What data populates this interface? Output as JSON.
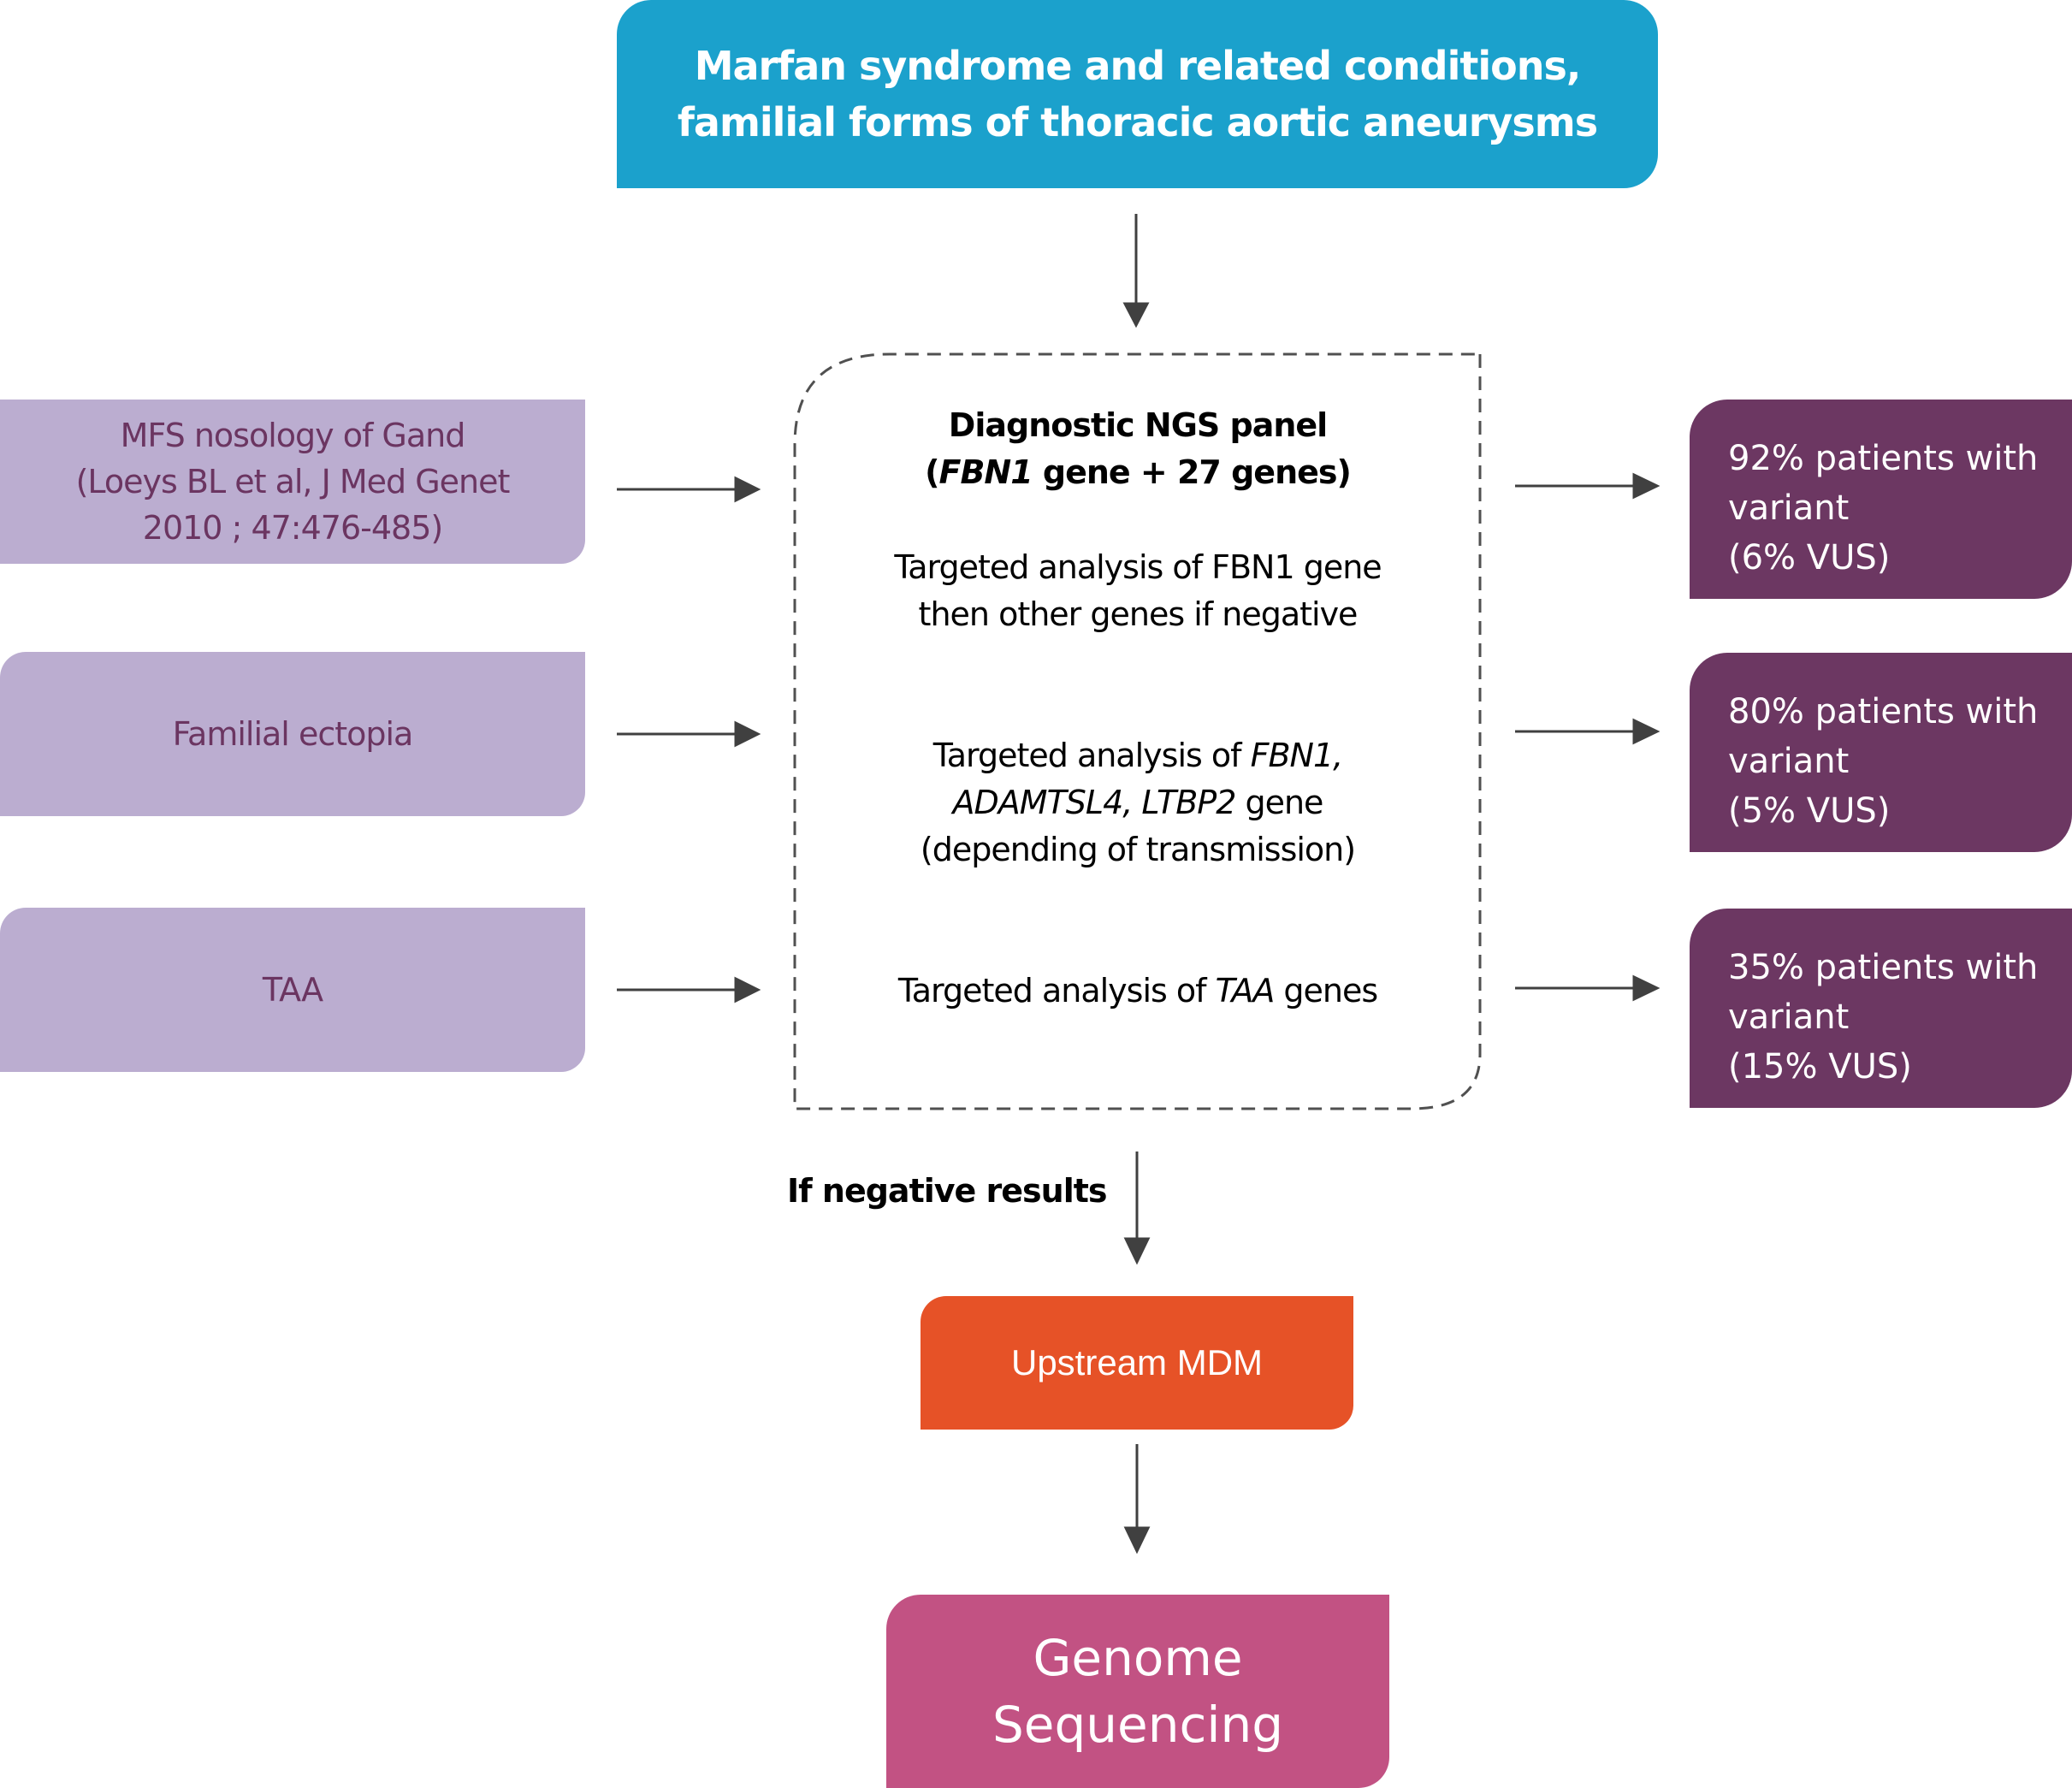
{
  "title_box": {
    "line1": "Marfan syndrome and related conditions,",
    "line2": "familial forms of thoracic aortic aneurysms",
    "color": "#1ba1cc"
  },
  "inputs": [
    {
      "lines": [
        "MFS nosology of Gand",
        "(Loeys BL et al, J Med Genet",
        "2010 ; 47:476-485)"
      ]
    },
    {
      "lines": [
        "Familial ectopia"
      ]
    },
    {
      "lines": [
        "TAA"
      ]
    }
  ],
  "panel": {
    "title_line1": "Diagnostic NGS panel",
    "title_line2_open": "(",
    "title_line2_gene": "FBN1",
    "title_line2_rest": " gene + 27 genes)",
    "analyses": [
      {
        "line1": "Targeted analysis of FBN1 gene",
        "line2": "then other genes if negative"
      },
      {
        "line1_prefix": "Targeted analysis of ",
        "line1_gene": "FBN1,",
        "line2_genes": "ADAMTSL4, LTBP2",
        "line2_suffix": " gene",
        "line3": "(depending of transmission)"
      },
      {
        "prefix": "Targeted analysis of ",
        "gene": "TAA",
        "suffix": " genes"
      }
    ]
  },
  "results": [
    {
      "line1": "92% patients with",
      "line2": "variant",
      "line3": "(6% VUS)"
    },
    {
      "line1": "80% patients with",
      "line2": "variant",
      "line3": "(5% VUS)"
    },
    {
      "line1": "35% patients with",
      "line2": "variant",
      "line3": "(15% VUS)"
    }
  ],
  "negative_label": "If negative results",
  "mdm_box": {
    "label": "Upstream MDM",
    "color": "#e65227"
  },
  "genome_box": {
    "line1": "Genome",
    "line2": "Sequencing",
    "color": "#c25283"
  },
  "colors": {
    "input_fill": "#bbadd0",
    "input_text": "#6b3561",
    "result_fill": "#6c3762",
    "arrow": "#404040"
  }
}
